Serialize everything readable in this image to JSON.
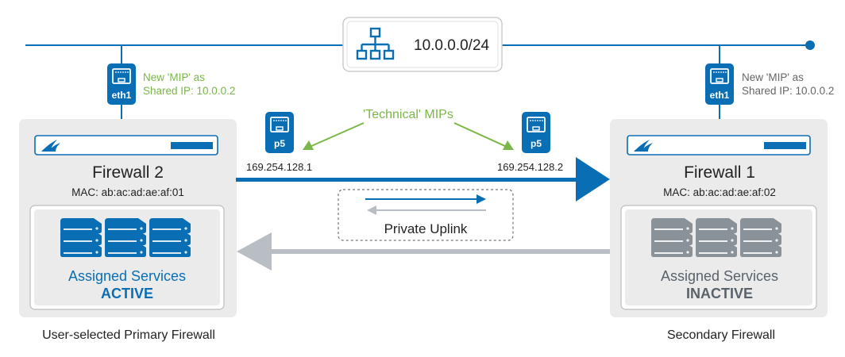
{
  "network": {
    "subnet": "10.0.0.0/24",
    "icon": "network-topology-icon"
  },
  "technical_mips_label": "'Technical' MIPs",
  "private_uplink_label": "Private Uplink",
  "primary": {
    "name": "Firewall 2",
    "mac": "MAC: ab:ac:ad:ae:af:01",
    "port_eth": "eth1",
    "port_p5": "p5",
    "mip_line1": "New 'MIP' as",
    "mip_line2": "Shared IP: 10.0.0.2",
    "tech_ip": "169.254.128.1",
    "services_label": "Assigned Services",
    "services_status": "ACTIVE",
    "caption": "User-selected Primary Firewall"
  },
  "secondary": {
    "name": "Firewall 1",
    "mac": "MAC: ab:ac:ad:ae:af:02",
    "port_eth": "eth1",
    "port_p5": "p5",
    "mip_line1": "New 'MIP' as",
    "mip_line2": "Shared IP: 10.0.0.2",
    "tech_ip": "169.254.128.2",
    "services_label": "Assigned Services",
    "services_status": "INACTIVE",
    "caption": "Secondary Firewall"
  },
  "colors": {
    "brand_blue": "#0a6eb4",
    "green": "#7ab648",
    "gray_arrow": "#b8bec4",
    "panel": "#ebebeb",
    "dark_text": "#222222",
    "gray_text": "#666666",
    "inactive_services": "#8a9299",
    "inactive_text": "#59626a"
  }
}
